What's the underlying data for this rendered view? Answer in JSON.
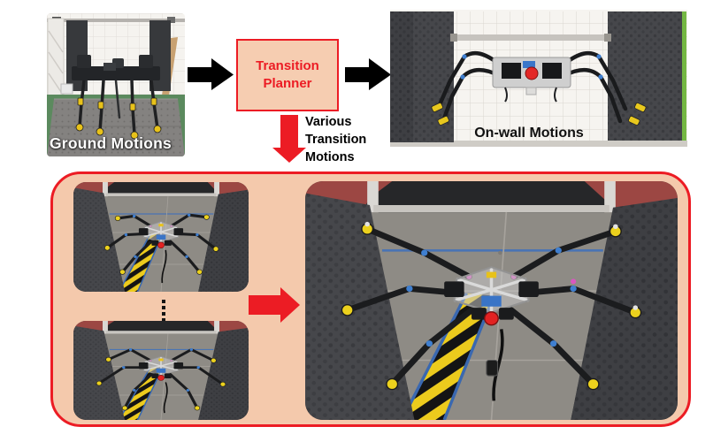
{
  "figure": {
    "top_row": {
      "ground_photo_label": "Ground Motions",
      "planner_box": {
        "lines": [
          "Transition",
          "Planner"
        ]
      },
      "onwall_photo_label": "On-wall Motions",
      "transition_annotation": {
        "lines": [
          "Various",
          "Transition",
          "Motions"
        ]
      }
    },
    "colors": {
      "accent_red": "#ec1c24",
      "planner_box_fill": "#f6cdb1",
      "panel_fill": "#f4c9ac",
      "arrow_black": "#000000",
      "label_white": "#ffffff",
      "label_black": "#101010"
    },
    "icons": {
      "flow_arrow_right": "black right arrow",
      "transition_arrow_down": "red down arrow",
      "result_arrow_right": "red right arrow",
      "vertical_ellipsis": "⋮"
    }
  }
}
